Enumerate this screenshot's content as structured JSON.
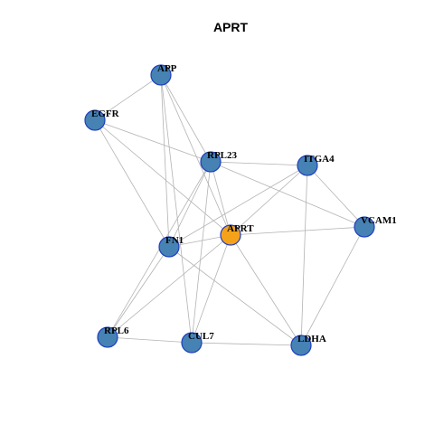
{
  "title": "APRT",
  "colors": {
    "center_node": "#f5a21b",
    "node": "#4682b4",
    "node_border": "#1f3fbf",
    "edge": "#b3b3b3"
  },
  "nodes": [
    {
      "id": "APP",
      "label": "APP"
    },
    {
      "id": "EGFR",
      "label": "EGFR"
    },
    {
      "id": "RPL23",
      "label": "RPL23"
    },
    {
      "id": "ITGA4",
      "label": "ITGA4"
    },
    {
      "id": "VCAM1",
      "label": "VCAM1"
    },
    {
      "id": "APRT",
      "label": "APRT",
      "center": true
    },
    {
      "id": "FN1",
      "label": "FN1"
    },
    {
      "id": "RPL6",
      "label": "RPL6"
    },
    {
      "id": "CUL7",
      "label": "CUL7"
    },
    {
      "id": "LDHA",
      "label": "LDHA"
    }
  ],
  "edges": [
    [
      "APP",
      "EGFR"
    ],
    [
      "APP",
      "FN1"
    ],
    [
      "APP",
      "RPL23"
    ],
    [
      "APP",
      "APRT"
    ],
    [
      "APP",
      "CUL7"
    ],
    [
      "EGFR",
      "RPL23"
    ],
    [
      "EGFR",
      "FN1"
    ],
    [
      "EGFR",
      "APRT"
    ],
    [
      "RPL23",
      "ITGA4"
    ],
    [
      "RPL23",
      "VCAM1"
    ],
    [
      "RPL23",
      "FN1"
    ],
    [
      "RPL23",
      "RPL6"
    ],
    [
      "RPL23",
      "CUL7"
    ],
    [
      "RPL23",
      "APRT"
    ],
    [
      "ITGA4",
      "APRT"
    ],
    [
      "ITGA4",
      "FN1"
    ],
    [
      "ITGA4",
      "VCAM1"
    ],
    [
      "ITGA4",
      "LDHA"
    ],
    [
      "VCAM1",
      "APRT"
    ],
    [
      "VCAM1",
      "LDHA"
    ],
    [
      "APRT",
      "FN1"
    ],
    [
      "APRT",
      "RPL6"
    ],
    [
      "APRT",
      "CUL7"
    ],
    [
      "APRT",
      "LDHA"
    ],
    [
      "FN1",
      "RPL6"
    ],
    [
      "FN1",
      "LDHA"
    ],
    [
      "RPL6",
      "CUL7"
    ],
    [
      "CUL7",
      "LDHA"
    ]
  ]
}
